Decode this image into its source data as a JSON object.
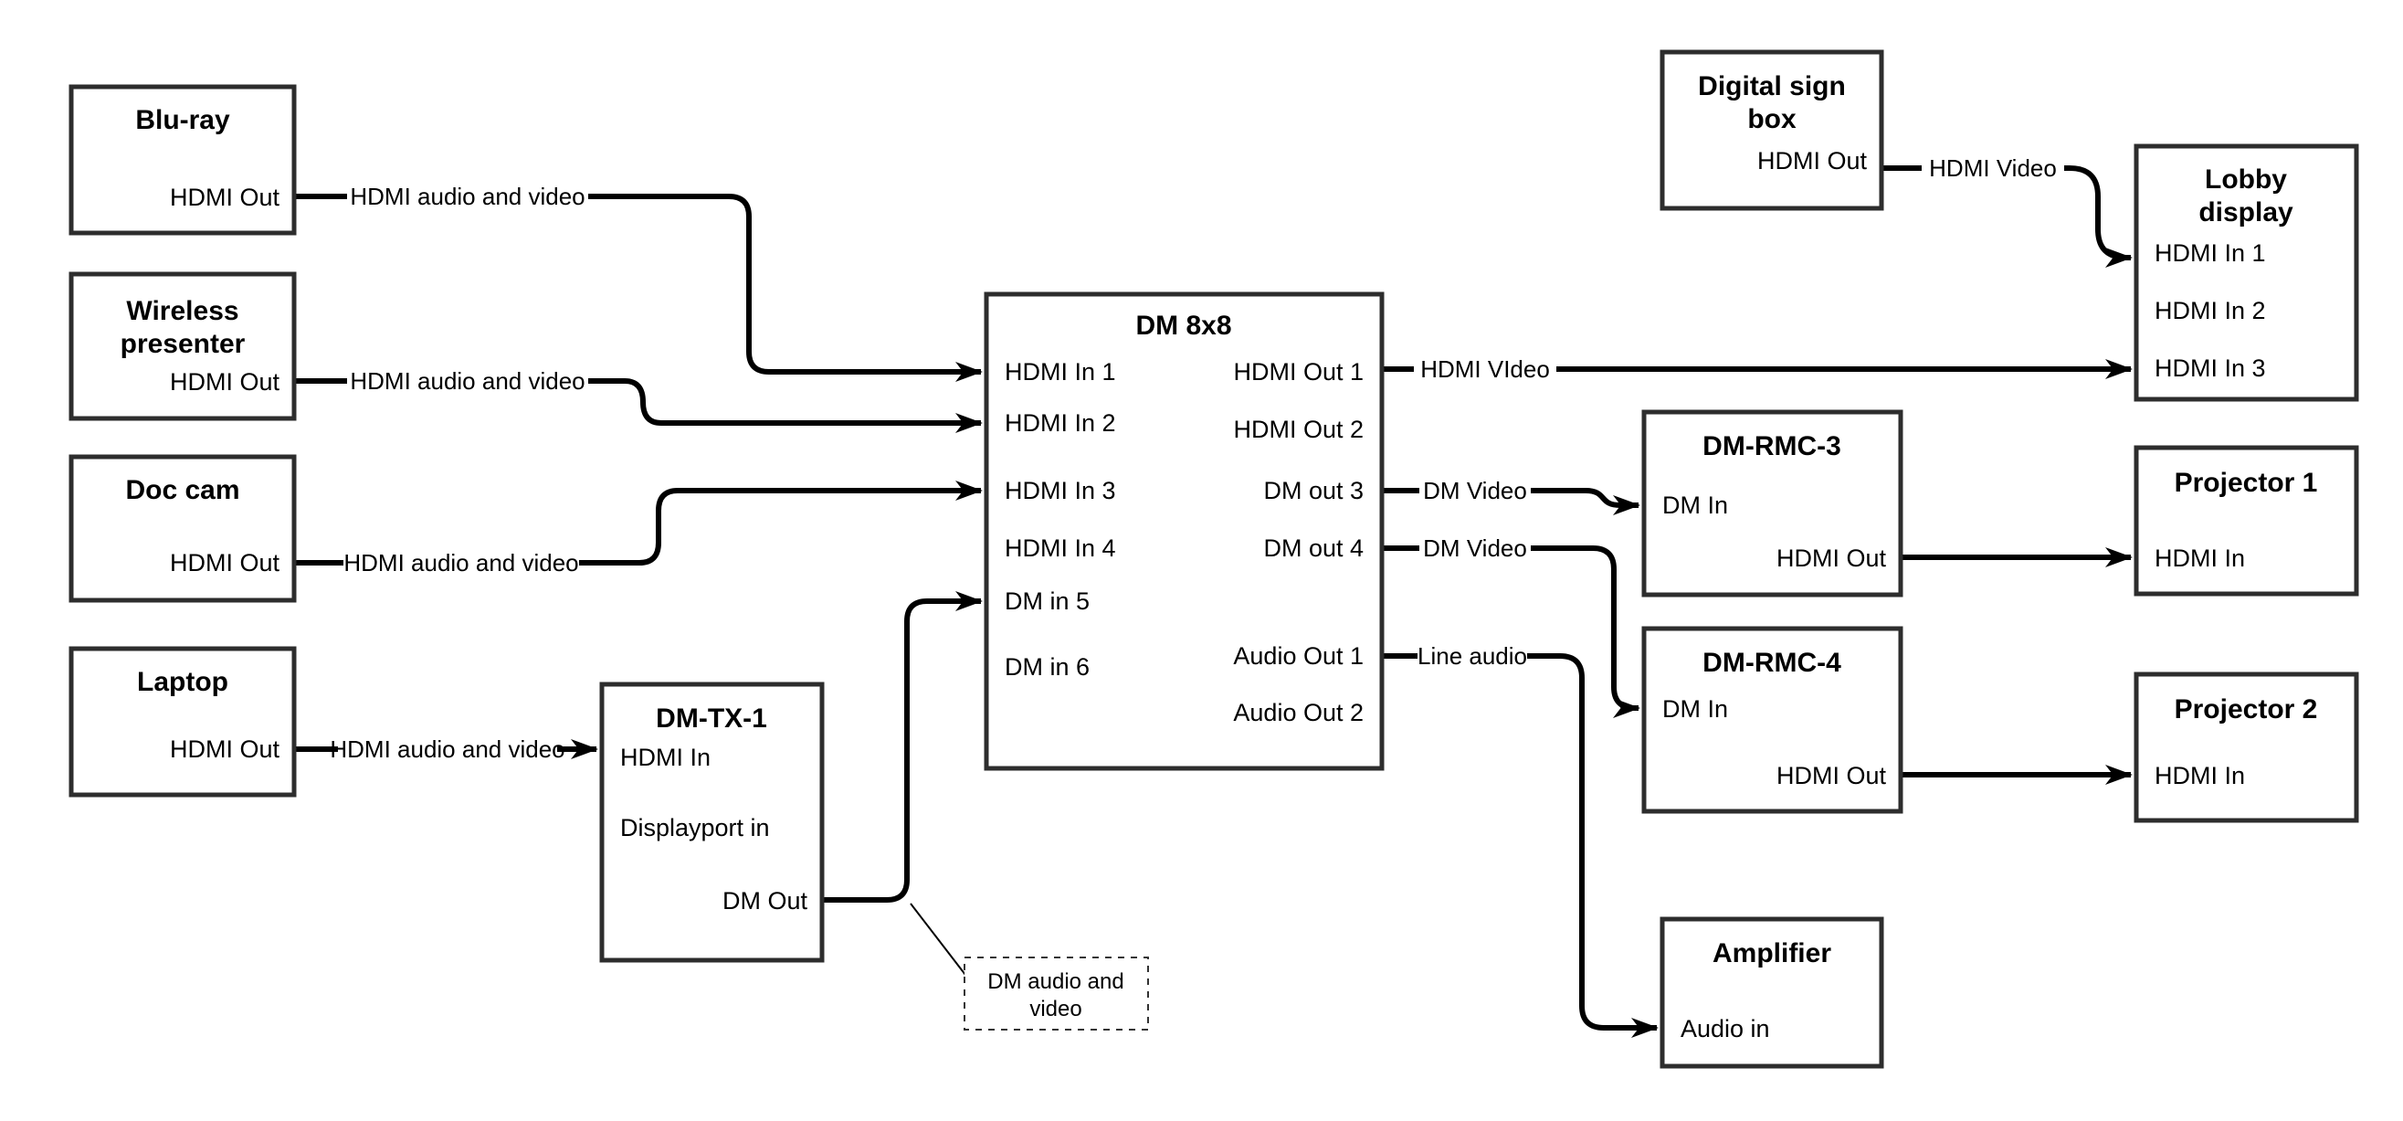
{
  "nodes": {
    "bluray": {
      "title": "Blu-ray",
      "hdmi_out": "HDMI Out"
    },
    "wireless": {
      "title1": "Wireless",
      "title2": "presenter",
      "hdmi_out": "HDMI Out"
    },
    "doccam": {
      "title": "Doc cam",
      "hdmi_out": "HDMI Out"
    },
    "laptop": {
      "title": "Laptop",
      "hdmi_out": "HDMI Out"
    },
    "dmtx1": {
      "title": "DM-TX-1",
      "hdmi_in": "HDMI In",
      "dp_in": "Displayport in",
      "dm_out": "DM Out"
    },
    "dm8x8": {
      "title": "DM 8x8",
      "in1": "HDMI In 1",
      "in2": "HDMI In 2",
      "in3": "HDMI In 3",
      "in4": "HDMI In 4",
      "in5": "DM in 5",
      "in6": "DM in 6",
      "out1": "HDMI Out 1",
      "out2": "HDMI Out 2",
      "out3": "DM out 3",
      "out4": "DM out 4",
      "aout1": "Audio Out 1",
      "aout2": "Audio Out 2"
    },
    "digitalsign": {
      "title1": "Digital sign",
      "title2": "box",
      "hdmi_out": "HDMI Out"
    },
    "lobby": {
      "title1": "Lobby",
      "title2": "display",
      "in1": "HDMI In 1",
      "in2": "HDMI In 2",
      "in3": "HDMI In 3"
    },
    "dmrmc3": {
      "title": "DM-RMC-3",
      "dm_in": "DM In",
      "hdmi_out": "HDMI Out"
    },
    "dmrmc4": {
      "title": "DM-RMC-4",
      "dm_in": "DM In",
      "hdmi_out": "HDMI Out"
    },
    "proj1": {
      "title": "Projector 1",
      "hdmi_in": "HDMI In"
    },
    "proj2": {
      "title": "Projector 2",
      "hdmi_in": "HDMI In"
    },
    "amp": {
      "title": "Amplifier",
      "audio_in": "Audio in"
    }
  },
  "wire_labels": {
    "bluray": "HDMI audio and video",
    "wireless": "HDMI audio and video",
    "doccam": "HDMI audio and video",
    "laptop": "HDMI audio and video",
    "hdmi_out1": "HDMI VIdeo",
    "digitalsign": "HDMI Video",
    "dm_out3": "DM Video",
    "dm_out4": "DM Video",
    "audio_out1": "Line audio"
  },
  "callout": {
    "line1": "DM audio and",
    "line2": "video"
  },
  "colors": {
    "ink": "#000000",
    "box_border": "#2d2d2d",
    "background": "#ffffff"
  }
}
